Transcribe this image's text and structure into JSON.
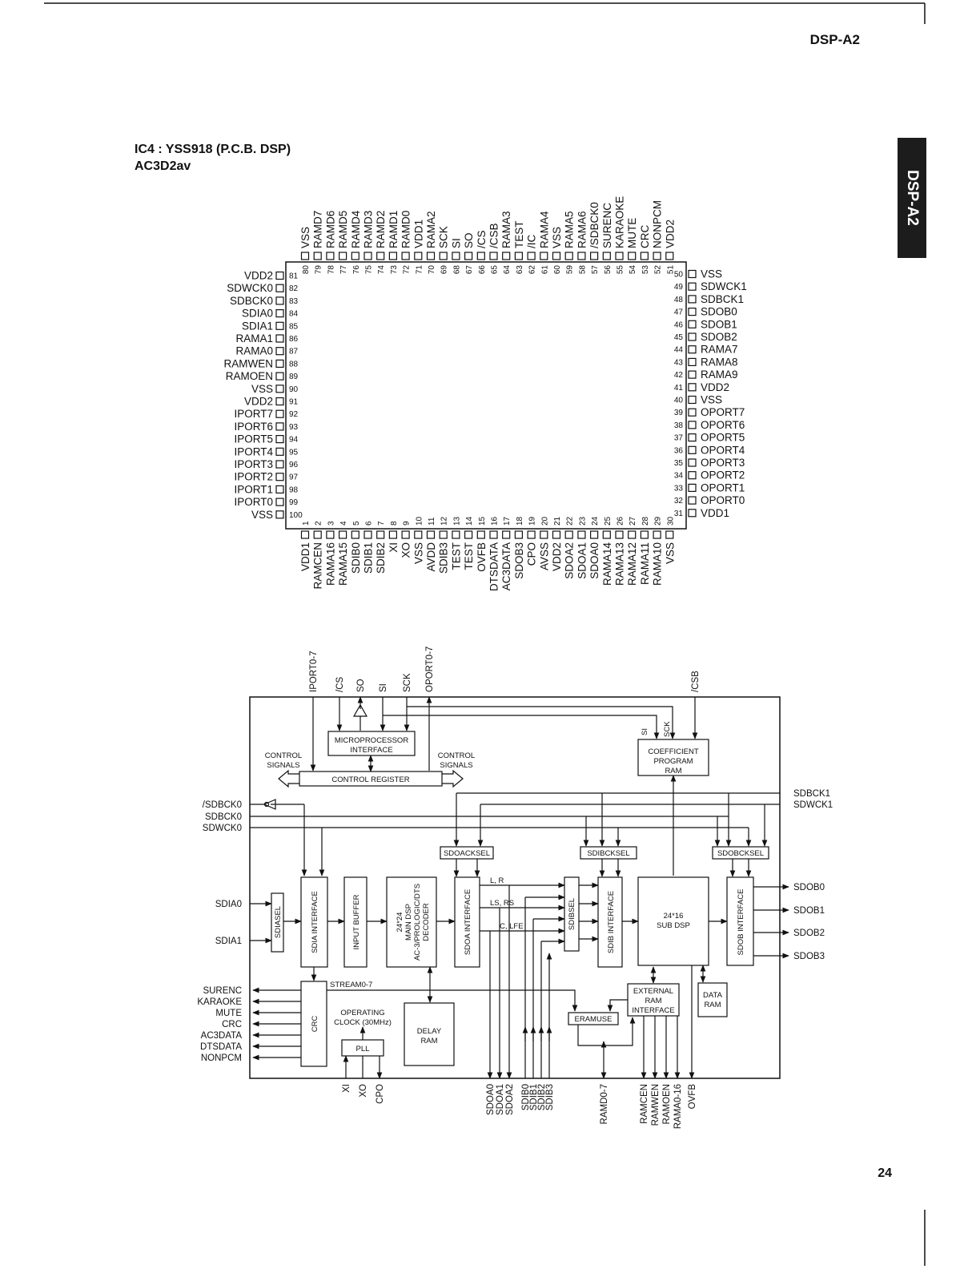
{
  "header": {
    "model": "DSP-A2",
    "side_tab": "DSP-A2",
    "page_number": "24"
  },
  "title": {
    "line1": "IC4 : YSS918 (P.C.B. DSP)",
    "line2": "AC3D2av"
  },
  "pinout": {
    "left": [
      {
        "n": "81",
        "name": "VDD2"
      },
      {
        "n": "82",
        "name": "SDWCK0"
      },
      {
        "n": "83",
        "name": "SDBCK0"
      },
      {
        "n": "84",
        "name": "SDIA0"
      },
      {
        "n": "85",
        "name": "SDIA1"
      },
      {
        "n": "86",
        "name": "RAMA1"
      },
      {
        "n": "87",
        "name": "RAMA0"
      },
      {
        "n": "88",
        "name": "RAMWEN"
      },
      {
        "n": "89",
        "name": "RAMOEN"
      },
      {
        "n": "90",
        "name": "VSS"
      },
      {
        "n": "91",
        "name": "VDD2"
      },
      {
        "n": "92",
        "name": "IPORT7"
      },
      {
        "n": "93",
        "name": "IPORT6"
      },
      {
        "n": "94",
        "name": "IPORT5"
      },
      {
        "n": "95",
        "name": "IPORT4"
      },
      {
        "n": "96",
        "name": "IPORT3"
      },
      {
        "n": "97",
        "name": "IPORT2"
      },
      {
        "n": "98",
        "name": "IPORT1"
      },
      {
        "n": "99",
        "name": "IPORT0"
      },
      {
        "n": "100",
        "name": "VSS"
      }
    ],
    "right": [
      {
        "n": "50",
        "name": "VSS"
      },
      {
        "n": "49",
        "name": "SDWCK1"
      },
      {
        "n": "48",
        "name": "SDBCK1"
      },
      {
        "n": "47",
        "name": "SDOB0"
      },
      {
        "n": "46",
        "name": "SDOB1"
      },
      {
        "n": "45",
        "name": "SDOB2"
      },
      {
        "n": "44",
        "name": "RAMA7"
      },
      {
        "n": "43",
        "name": "RAMA8"
      },
      {
        "n": "42",
        "name": "RAMA9"
      },
      {
        "n": "41",
        "name": "VDD2"
      },
      {
        "n": "40",
        "name": "VSS"
      },
      {
        "n": "39",
        "name": "OPORT7"
      },
      {
        "n": "38",
        "name": "OPORT6"
      },
      {
        "n": "37",
        "name": "OPORT5"
      },
      {
        "n": "36",
        "name": "OPORT4"
      },
      {
        "n": "35",
        "name": "OPORT3"
      },
      {
        "n": "34",
        "name": "OPORT2"
      },
      {
        "n": "33",
        "name": "OPORT1"
      },
      {
        "n": "32",
        "name": "OPORT0"
      },
      {
        "n": "31",
        "name": "VDD1"
      }
    ],
    "top": [
      {
        "n": "80",
        "name": "VSS"
      },
      {
        "n": "79",
        "name": "RAMD7"
      },
      {
        "n": "78",
        "name": "RAMD6"
      },
      {
        "n": "77",
        "name": "RAMD5"
      },
      {
        "n": "76",
        "name": "RAMD4"
      },
      {
        "n": "75",
        "name": "RAMD3"
      },
      {
        "n": "74",
        "name": "RAMD2"
      },
      {
        "n": "73",
        "name": "RAMD1"
      },
      {
        "n": "72",
        "name": "RAMD0"
      },
      {
        "n": "71",
        "name": "VDD1"
      },
      {
        "n": "70",
        "name": "RAMA2"
      },
      {
        "n": "69",
        "name": "SCK"
      },
      {
        "n": "68",
        "name": "SI"
      },
      {
        "n": "67",
        "name": "SO"
      },
      {
        "n": "66",
        "name": "/CS"
      },
      {
        "n": "65",
        "name": "/CSB"
      },
      {
        "n": "64",
        "name": "RAMA3"
      },
      {
        "n": "63",
        "name": "TEST"
      },
      {
        "n": "62",
        "name": "/IC"
      },
      {
        "n": "61",
        "name": "RAMA4"
      },
      {
        "n": "60",
        "name": "VSS"
      },
      {
        "n": "59",
        "name": "RAMA5"
      },
      {
        "n": "58",
        "name": "RAMA6"
      },
      {
        "n": "57",
        "name": "/SDBCK0"
      },
      {
        "n": "56",
        "name": "SURENC"
      },
      {
        "n": "55",
        "name": "KARAOKE"
      },
      {
        "n": "54",
        "name": "MUTE"
      },
      {
        "n": "53",
        "name": "CRC"
      },
      {
        "n": "52",
        "name": "NONPCM"
      },
      {
        "n": "51",
        "name": "VDD2"
      }
    ],
    "bottom": [
      {
        "n": "1",
        "name": "VDD1"
      },
      {
        "n": "2",
        "name": "RAMCEN"
      },
      {
        "n": "3",
        "name": "RAMA16"
      },
      {
        "n": "4",
        "name": "RAMA15"
      },
      {
        "n": "5",
        "name": "SDIB0"
      },
      {
        "n": "6",
        "name": "SDIB1"
      },
      {
        "n": "7",
        "name": "SDIB2"
      },
      {
        "n": "8",
        "name": "XI"
      },
      {
        "n": "9",
        "name": "XO"
      },
      {
        "n": "10",
        "name": "VSS"
      },
      {
        "n": "11",
        "name": "AVDD"
      },
      {
        "n": "12",
        "name": "SDIB3"
      },
      {
        "n": "13",
        "name": "TEST"
      },
      {
        "n": "14",
        "name": "TEST"
      },
      {
        "n": "15",
        "name": "OVFB"
      },
      {
        "n": "16",
        "name": "DTSDATA"
      },
      {
        "n": "17",
        "name": "AC3DATA"
      },
      {
        "n": "18",
        "name": "SDOB3"
      },
      {
        "n": "19",
        "name": "CPO"
      },
      {
        "n": "20",
        "name": "AVSS"
      },
      {
        "n": "21",
        "name": "VDD2"
      },
      {
        "n": "22",
        "name": "SDOA2"
      },
      {
        "n": "23",
        "name": "SDOA1"
      },
      {
        "n": "24",
        "name": "SDOA0"
      },
      {
        "n": "25",
        "name": "RAMA14"
      },
      {
        "n": "26",
        "name": "RAMA13"
      },
      {
        "n": "27",
        "name": "RAMA12"
      },
      {
        "n": "28",
        "name": "RAMA11"
      },
      {
        "n": "29",
        "name": "RAMA10"
      },
      {
        "n": "30",
        "name": "VSS"
      }
    ]
  },
  "block": {
    "top_signals": [
      "IPORT0-7",
      "/CS",
      "SO",
      "SI",
      "SCK",
      "OPORT0-7",
      "/CSB"
    ],
    "left_in": [
      "/SDBCK0",
      "SDBCK0",
      "SDWCK0",
      "SDIA0",
      "SDIA1"
    ],
    "left_out": [
      "SURENC",
      "KARAOKE",
      "MUTE",
      "CRC",
      "AC3DATA",
      "DTSDATA",
      "NONPCM"
    ],
    "right_in": [
      "SDBCK1",
      "SDWCK1"
    ],
    "right_out": [
      "SDOB0",
      "SDOB1",
      "SDOB2",
      "SDOB3"
    ],
    "bottom_signals": [
      "XI",
      "XO",
      "CPO",
      "SDOA0",
      "SDOA1",
      "SDOA2",
      "SDIB0",
      "SDIB1",
      "SDIB2",
      "SDIB3",
      "RAMD0-7",
      "RAMCEN",
      "RAMWEN",
      "RAMOEN",
      "RAMA0-16",
      "OVFB"
    ],
    "labels": {
      "mpu1": "MICROPROCESSOR",
      "mpu2": "INTERFACE",
      "ctrl_reg": "CONTROL REGISTER",
      "ctl_sig_a1": "CONTROL",
      "ctl_sig_a2": "SIGNALS",
      "ctl_sig_b1": "CONTROL",
      "ctl_sig_b2": "SIGNALS",
      "coef1": "COEFFICIENT",
      "coef2": "PROGRAM",
      "coef3": "RAM",
      "coef_si": "SI",
      "coef_sck": "SCK",
      "sdoacksel": "SDOACKSEL",
      "sdibcksel": "SDIBCKSEL",
      "sdobcksel": "SDOBCKSEL",
      "sdiasel": "SDIASEL",
      "sdia_if": "SDIA INTERFACE",
      "input_buf": "INPUT BUFFER",
      "main1": "24*24",
      "main2": "MAIN DSP",
      "main3": "AC-3/PROLOGIC/DTS",
      "main4": "DECODER",
      "sdoa_if": "SDOA INTERFACE",
      "sdibsel": "SDIBSEL",
      "sdib_if": "SDIB INTERFACE",
      "sub1": "24*16",
      "sub2": "SUB DSP",
      "sdob_if": "SDOB INTERFACE",
      "lr": "L, R",
      "lsrs": "LS, RS",
      "clfe": "C, LFE",
      "stream": "STREAM0-7",
      "crc": "CRC",
      "osc1": "OPERATING",
      "osc2": "CLOCK (30MHz)",
      "pll": "PLL",
      "delay1": "DELAY",
      "delay2": "RAM",
      "eramuse": "ERAMUSE",
      "ext1": "EXTERNAL",
      "ext2": "RAM",
      "ext3": "INTERFACE",
      "data1": "DATA",
      "data2": "RAM"
    }
  }
}
